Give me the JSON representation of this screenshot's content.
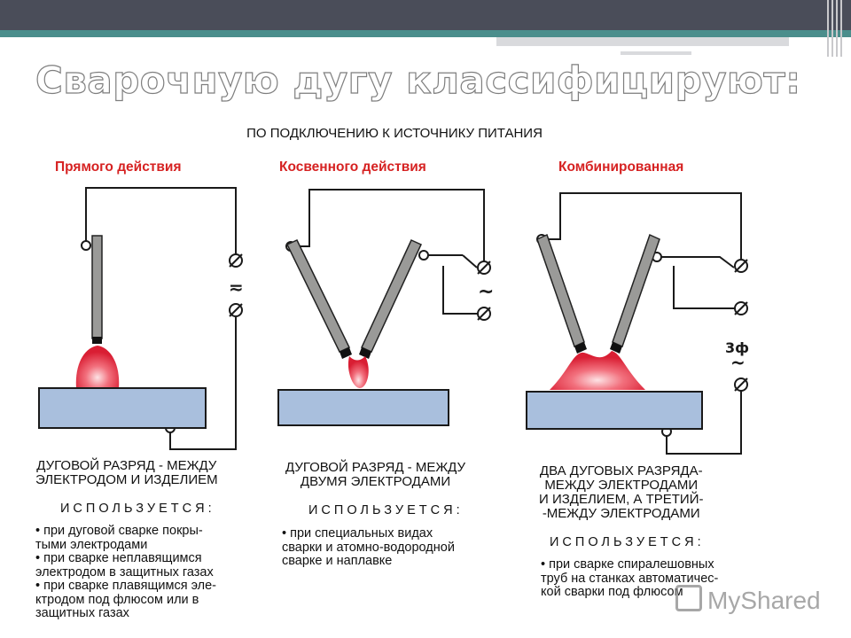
{
  "slide": {
    "title": "Сварочную дугу классифицируют:",
    "subtitle": "ПО ПОДКЛЮЧЕНИЮ К ИСТОЧНИКУ ПИТАНИЯ"
  },
  "columns": [
    {
      "heading": "Прямого действия",
      "symbol": "≂",
      "description_lines": [
        "ДУГОВОЙ РАЗРЯД - МЕЖДУ",
        "ЭЛЕКТРОДОМ И ИЗДЕЛИЕМ"
      ],
      "uses_label": "ИСПОЛЬЗУЕТСЯ:",
      "bullets": [
        "при дуговой сварке покры-\nтыми электродами",
        "при сварке неплавящимся\nэлектродом в защитных газах",
        "при сварке плавящимся эле-\nктродом под флюсом или в\nзащитных газах"
      ]
    },
    {
      "heading": "Косвенного действия",
      "symbol": "~",
      "description_lines": [
        "ДУГОВОЙ РАЗРЯД - МЕЖДУ",
        "ДВУМЯ ЭЛЕКТРОДАМИ"
      ],
      "uses_label": "ИСПОЛЬЗУЕТСЯ:",
      "bullets": [
        "при специальных видах\nсварки и атомно-водородной\nсварке и наплавке"
      ]
    },
    {
      "heading": "Комбинированная",
      "symbol": "~",
      "phase_label": "3ф",
      "description_lines": [
        "ДВА ДУГОВЫХ РАЗРЯДА-",
        "МЕЖДУ ЭЛЕКТРОДАМИ",
        "И ИЗДЕЛИЕМ, А ТРЕТИЙ-",
        "-МЕЖДУ  ЭЛЕКТРОДАМИ"
      ],
      "uses_label": "ИСПОЛЬЗУЕТСЯ:",
      "bullets": [
        "при сварке спиралешовных\nтруб на станках автоматичес-\nкой сварки под флюсом"
      ]
    }
  ],
  "watermark": "MyShared",
  "colors": {
    "heading_red": "#d62222",
    "plate_blue": "#a9bfdd",
    "electrode_gray": "#9a9a98",
    "arc_red": "#e0283a",
    "topbar": "#4a4d59",
    "accent_teal": "#4b8e8c"
  }
}
